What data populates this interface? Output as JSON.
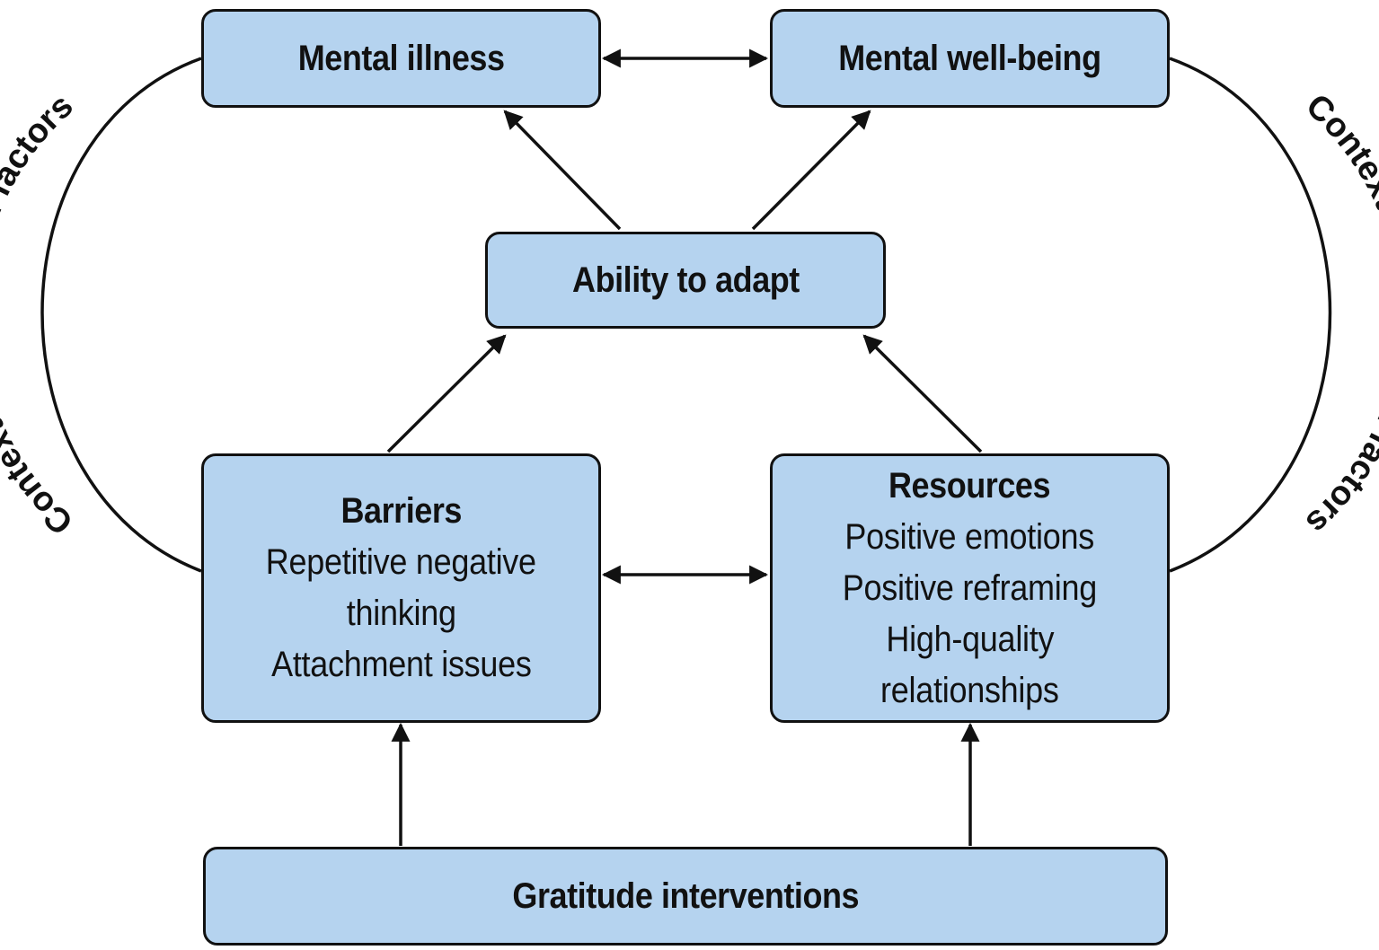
{
  "nodes": {
    "mental_illness": {
      "title": "Mental illness"
    },
    "mental_wellbeing": {
      "title": "Mental well-being"
    },
    "ability_to_adapt": {
      "title": "Ability to adapt"
    },
    "barriers": {
      "title": "Barriers",
      "items": [
        "Repetitive negative",
        "thinking",
        "Attachment issues"
      ]
    },
    "resources": {
      "title": "Resources",
      "items": [
        "Positive emotions",
        "Positive reframing",
        "High-quality",
        "relationships"
      ]
    },
    "gratitude_interventions": {
      "title": "Gratitude interventions"
    }
  },
  "side_labels": {
    "left": "Contextual & cultural factors",
    "right": "Contextual & cultural factors"
  },
  "colors": {
    "box_fill": "#b5d3ef",
    "stroke": "#111111"
  },
  "edges": [
    {
      "from": "mental_illness",
      "to": "mental_wellbeing",
      "direction": "both"
    },
    {
      "from": "ability_to_adapt",
      "to": "mental_illness",
      "direction": "forward"
    },
    {
      "from": "ability_to_adapt",
      "to": "mental_wellbeing",
      "direction": "forward"
    },
    {
      "from": "barriers",
      "to": "ability_to_adapt",
      "direction": "forward"
    },
    {
      "from": "resources",
      "to": "ability_to_adapt",
      "direction": "forward"
    },
    {
      "from": "barriers",
      "to": "resources",
      "direction": "both"
    },
    {
      "from": "gratitude_interventions",
      "to": "barriers",
      "direction": "forward"
    },
    {
      "from": "gratitude_interventions",
      "to": "resources",
      "direction": "forward"
    }
  ]
}
